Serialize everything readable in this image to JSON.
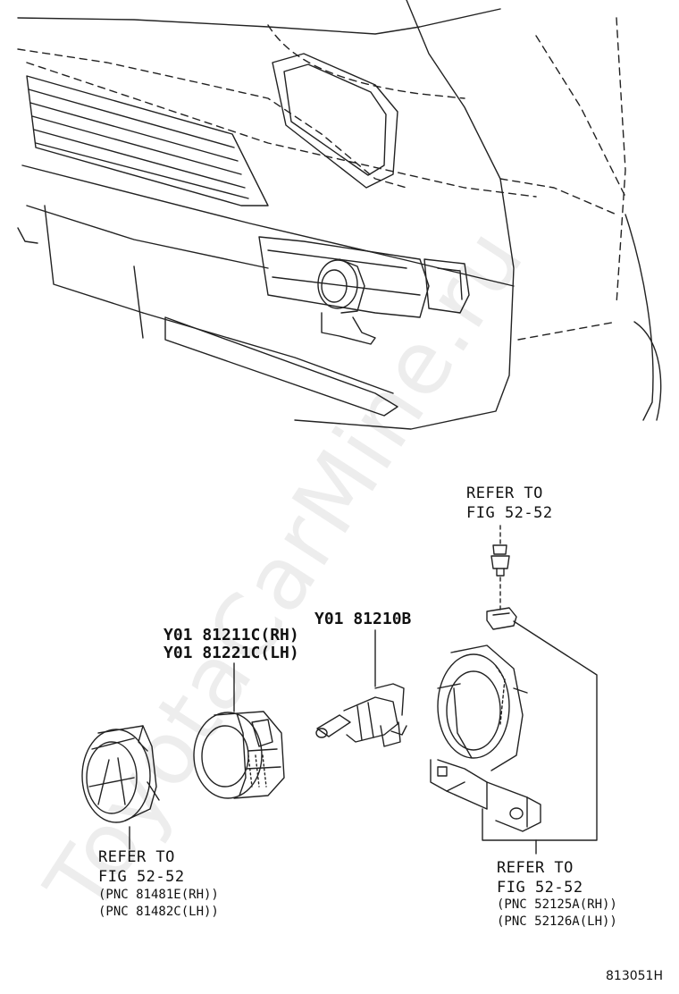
{
  "watermark": "ToyotaCarMine.ru",
  "labels": {
    "refer_top_line1": "REFER TO",
    "refer_top_line2": "FIG 52-52",
    "bulb_code": "Y01 81210B",
    "lamp_code_rh": "Y01  81211C(RH)",
    "lamp_code_lh": "Y01  81221C(LH)",
    "refer_left_line1": "REFER TO",
    "refer_left_line2": "FIG 52-52",
    "refer_left_pnc_rh": "(PNC 81481E(RH))",
    "refer_left_pnc_lh": "(PNC 81482C(LH))",
    "refer_right_line1": "REFER TO",
    "refer_right_line2": "FIG 52-52",
    "refer_right_pnc_rh": "(PNC 52125A(RH))",
    "refer_right_pnc_lh": "(PNC 52126A(LH))",
    "figure_id": "813051H"
  }
}
